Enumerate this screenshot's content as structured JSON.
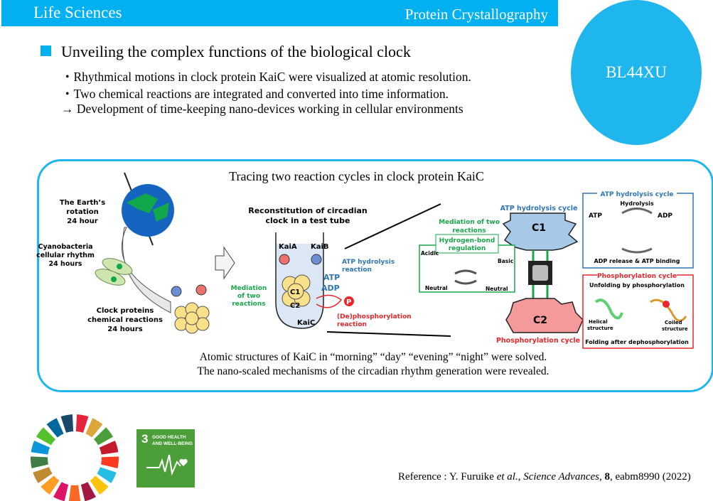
{
  "header": {
    "category": "Life Sciences",
    "field": "Protein Crystallography"
  },
  "beamline": "BL44XU",
  "headline": "Unveiling the complex functions of the biological clock",
  "bullets": [
    "・Rhythmical motions in clock protein KaiC were visualized at atomic resolution.",
    "・Two chemical reactions are integrated and converted into time information.",
    "→ Development of time-keeping nano-devices working in cellular environments"
  ],
  "figure": {
    "title": "Tracing two reaction cycles in clock protein KaiC",
    "earth": [
      "The Earth’s",
      "rotation",
      "24 hour"
    ],
    "cyano": [
      "Cyanobacteria",
      "cellular rhythm",
      "24 hours"
    ],
    "clock": [
      "Clock proteins",
      "chemical reactions",
      "24 hours"
    ],
    "tube_title": [
      "Reconstitution of circadian",
      "clock in a test tube"
    ],
    "kaia": "KaiA",
    "kaib": "KaiB",
    "kaic": "KaiC",
    "c1": "C1",
    "c2": "C2",
    "atp": "ATP",
    "adp": "ADP",
    "p": "P",
    "atp_reaction": [
      "ATP hydrolysis",
      "reaction"
    ],
    "dephos": [
      "(De)phosphorylation",
      "reaction"
    ],
    "mediation": [
      "Mediation",
      "of two",
      "reactions"
    ],
    "gear_atp": "ATP hydrolysis cycle",
    "gear_phos": "Phosphorylation cycle",
    "mediation2": [
      "Mediation of two",
      "reactions"
    ],
    "hbond": [
      "Hydrogen-bond",
      "regulation"
    ],
    "acidic": "Acidic",
    "basic": "Basic",
    "neutral1": "Neutral",
    "neutral2": "Neutral",
    "atp_box": {
      "title": "ATP hydrolysis cycle",
      "hydrolysis": "Hydrolysis",
      "atp": "ATP",
      "adp": "ADP",
      "bottom": "ADP release & ATP binding"
    },
    "phos_box": {
      "title": "Phosphorylation cycle",
      "top": "Unfolding by phosphorylation",
      "helical": [
        "Helical",
        "structure"
      ],
      "coiled": [
        "Coiled",
        "structure"
      ],
      "bottom": "Folding after dephosphorylation"
    },
    "caption": [
      "Atomic structures of KaiC in “morning” “day” “evening” “night” were solved.",
      "The nano-scaled mechanisms of the circadian rhythm generation were revealed."
    ]
  },
  "sdg": {
    "number": "3",
    "label": "GOOD HEALTH AND WELL-BEING",
    "wheel_colors": [
      "#e5243b",
      "#dda63a",
      "#4c9f38",
      "#c5192d",
      "#ff3a21",
      "#26bde2",
      "#fcc30b",
      "#a21942",
      "#fd6925",
      "#dd1367",
      "#fd9d24",
      "#bf8b2e",
      "#3f7e44",
      "#0a97d9",
      "#56c02b",
      "#00689d",
      "#19486a"
    ]
  },
  "reference": {
    "prefix": "Reference : Y. Furuike ",
    "etal": "et al.",
    "sep1": ", ",
    "journal": "Science Advances",
    "sep2": ", ",
    "volume": "8",
    "rest": ", eabm8990 (2022)"
  },
  "colors": {
    "accent": "#00b0f0",
    "blue_text": "#2e75b6",
    "red_text": "#e8262b",
    "green_text": "#1aa64a"
  }
}
